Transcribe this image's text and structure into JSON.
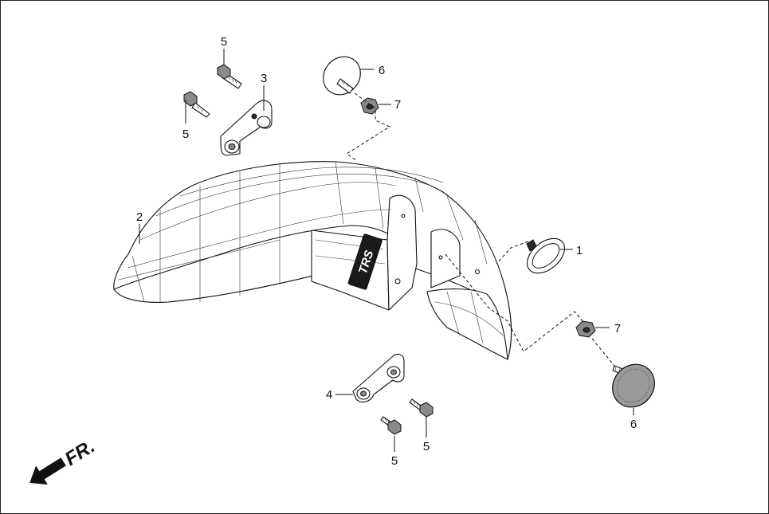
{
  "callouts": {
    "c1": "1",
    "c2": "2",
    "c3": "3",
    "c4": "4",
    "c5a": "5",
    "c5b": "5",
    "c5c": "5",
    "c5d": "5",
    "c6a": "6",
    "c6b": "6",
    "c7a": "7",
    "c7b": "7"
  },
  "fender_logo": "TRS",
  "direction_label": "FR."
}
